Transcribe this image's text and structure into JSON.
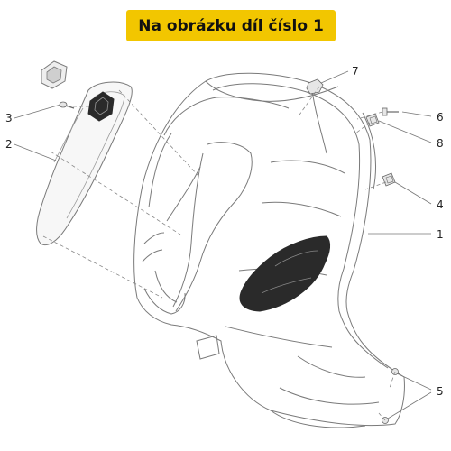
{
  "banner": {
    "text": "Na obrázku díl číslo 1",
    "color": "#f2c600"
  },
  "callouts": [
    "1",
    "2",
    "3",
    "4",
    "5",
    "6",
    "7",
    "8"
  ],
  "colors": {
    "line": "#7a7a7a",
    "accent_fill": "#2a2a2a",
    "background": "#ffffff"
  }
}
